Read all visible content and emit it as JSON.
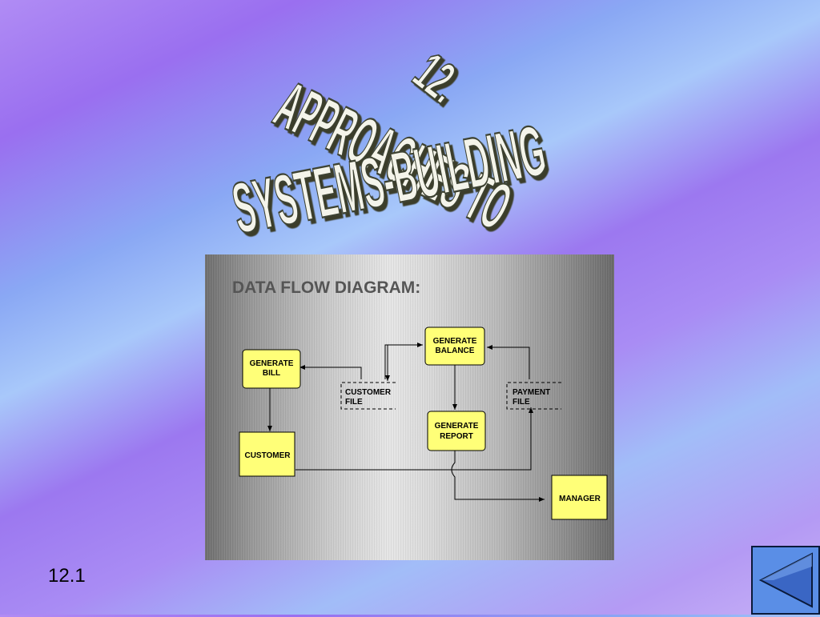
{
  "slide": {
    "title_line1": "12.",
    "title_line2": "APPROACHES TO",
    "title_line3": "SYSTEMS-BUILDING",
    "page_number": "12.1"
  },
  "diagram": {
    "heading": "DATA FLOW DIAGRAM:",
    "processes": {
      "generate_bill": [
        "GENERATE",
        "BILL"
      ],
      "generate_balance": [
        "GENERATE",
        "BALANCE"
      ],
      "generate_report": [
        "GENERATE",
        "REPORT"
      ]
    },
    "entities": {
      "customer": "CUSTOMER",
      "manager": "MANAGER"
    },
    "stores": {
      "customer_file": [
        "CUSTOMER",
        "FILE"
      ],
      "payment_file": [
        "PAYMENT",
        "FILE"
      ]
    }
  },
  "nav": {
    "back_icon": "left-triangle-icon"
  }
}
